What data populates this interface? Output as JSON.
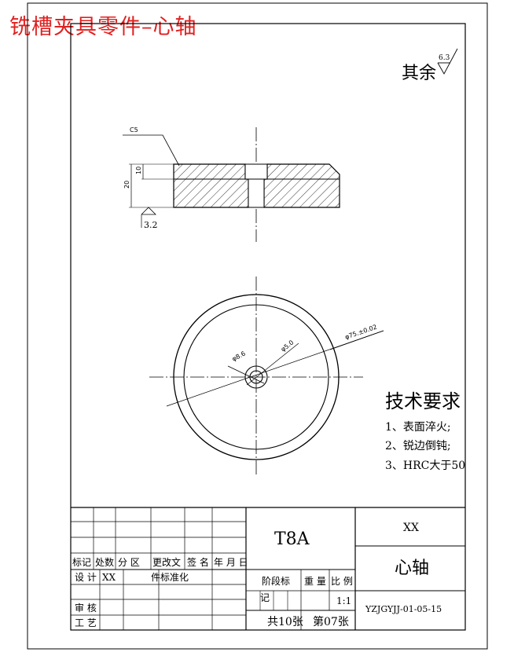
{
  "banner": "铣槽夹具零件–心轴",
  "surface_finish": {
    "remainder_label": "其余",
    "remainder_value": "6.3",
    "bottom_value": "3.2"
  },
  "front_view": {
    "chamfer_label": "C5",
    "step_dim": "10",
    "height_dim": "20"
  },
  "top_view": {
    "dia_outer": "φ75.±0.02",
    "dia_hole_a": "φ5.0",
    "dia_hole_b": "φ8.6"
  },
  "tech_requirements": {
    "title": "技术要求",
    "items": [
      "1、表面淬火;",
      "2、锐边倒钝;",
      "3、HRC大于50"
    ]
  },
  "title_block": {
    "material": "T8A",
    "company": "XX",
    "part_name": "心轴",
    "drawing_number": "YZJGYJJ-01-05-15",
    "revision_headers": [
      "标记",
      "处数",
      "分 区",
      "更改文",
      "签 名",
      "年 月 日"
    ],
    "design_label": "设 计",
    "design_name": "XX",
    "standardization_label": "件标准化",
    "review_label": "审 核",
    "process_label": "工 艺",
    "stage_label": "阶段标",
    "stage_mark": "记",
    "weight_label": "重 量",
    "scale_label": "比 例",
    "scale_value": "1:1",
    "sheet_total": "共10张",
    "sheet_current": "第07张"
  }
}
